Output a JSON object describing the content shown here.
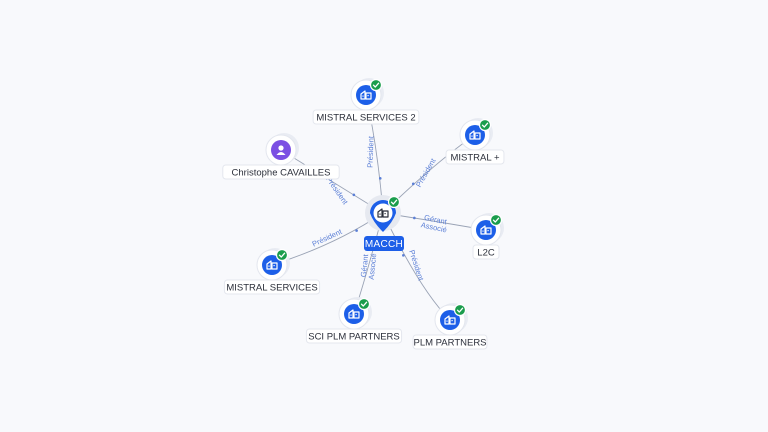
{
  "center": {
    "label": "MACCH",
    "icon": "building-icon",
    "verified": true
  },
  "nodes": [
    {
      "id": "ms2",
      "label": "MISTRAL SERVICES 2",
      "type": "company",
      "verified": true
    },
    {
      "id": "mplus",
      "label": "MISTRAL +",
      "type": "company",
      "verified": true
    },
    {
      "id": "l2c",
      "label": "L2C",
      "type": "company",
      "verified": true
    },
    {
      "id": "plm",
      "label": "PLM PARTNERS",
      "type": "company",
      "verified": true
    },
    {
      "id": "sci",
      "label": "SCI PLM PARTNERS",
      "type": "company",
      "verified": true
    },
    {
      "id": "ms",
      "label": "MISTRAL SERVICES",
      "type": "company",
      "verified": true
    },
    {
      "id": "cc",
      "label": "Christophe CAVAILLES",
      "type": "person",
      "verified": false
    }
  ],
  "edges": [
    {
      "to": "ms2",
      "labels": [
        "Président"
      ]
    },
    {
      "to": "mplus",
      "labels": [
        "Président"
      ]
    },
    {
      "to": "l2c",
      "labels": [
        "Gérant",
        "Associé"
      ]
    },
    {
      "to": "plm",
      "labels": [
        "Président"
      ]
    },
    {
      "to": "sci",
      "labels": [
        "Gérant",
        "Associé"
      ]
    },
    {
      "to": "ms",
      "labels": [
        "Président"
      ]
    },
    {
      "to": "cc",
      "labels": [
        "Président"
      ]
    }
  ],
  "colors": {
    "accent": "#1d5fe8",
    "verified": "#1a9d4c",
    "person": "#7b4fe3",
    "edge_label": "#5b7fd6"
  }
}
